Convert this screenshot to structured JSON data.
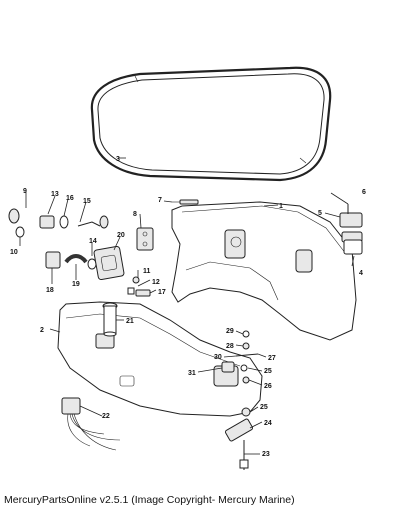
{
  "caption": "MercuryPartsOnline v2.5.1 (Image Copyright- Mercury Marine)",
  "callouts": {
    "c1": "1",
    "c2": "2",
    "c3": "3",
    "c4": "4",
    "c5": "5",
    "c6": "6",
    "c7": "7",
    "c8": "8",
    "c9": "9",
    "c10": "10",
    "c11": "11",
    "c12": "12",
    "c13": "13",
    "c14": "14",
    "c15": "15",
    "c16": "16",
    "c17": "17",
    "c18": "18",
    "c19": "19",
    "c20": "20",
    "c21": "21",
    "c22": "22",
    "c23": "23",
    "c24": "24",
    "c25a": "25",
    "c25b": "25",
    "c26": "26",
    "c27": "27",
    "c28": "28",
    "c29": "29",
    "c30": "30",
    "c31": "31"
  }
}
